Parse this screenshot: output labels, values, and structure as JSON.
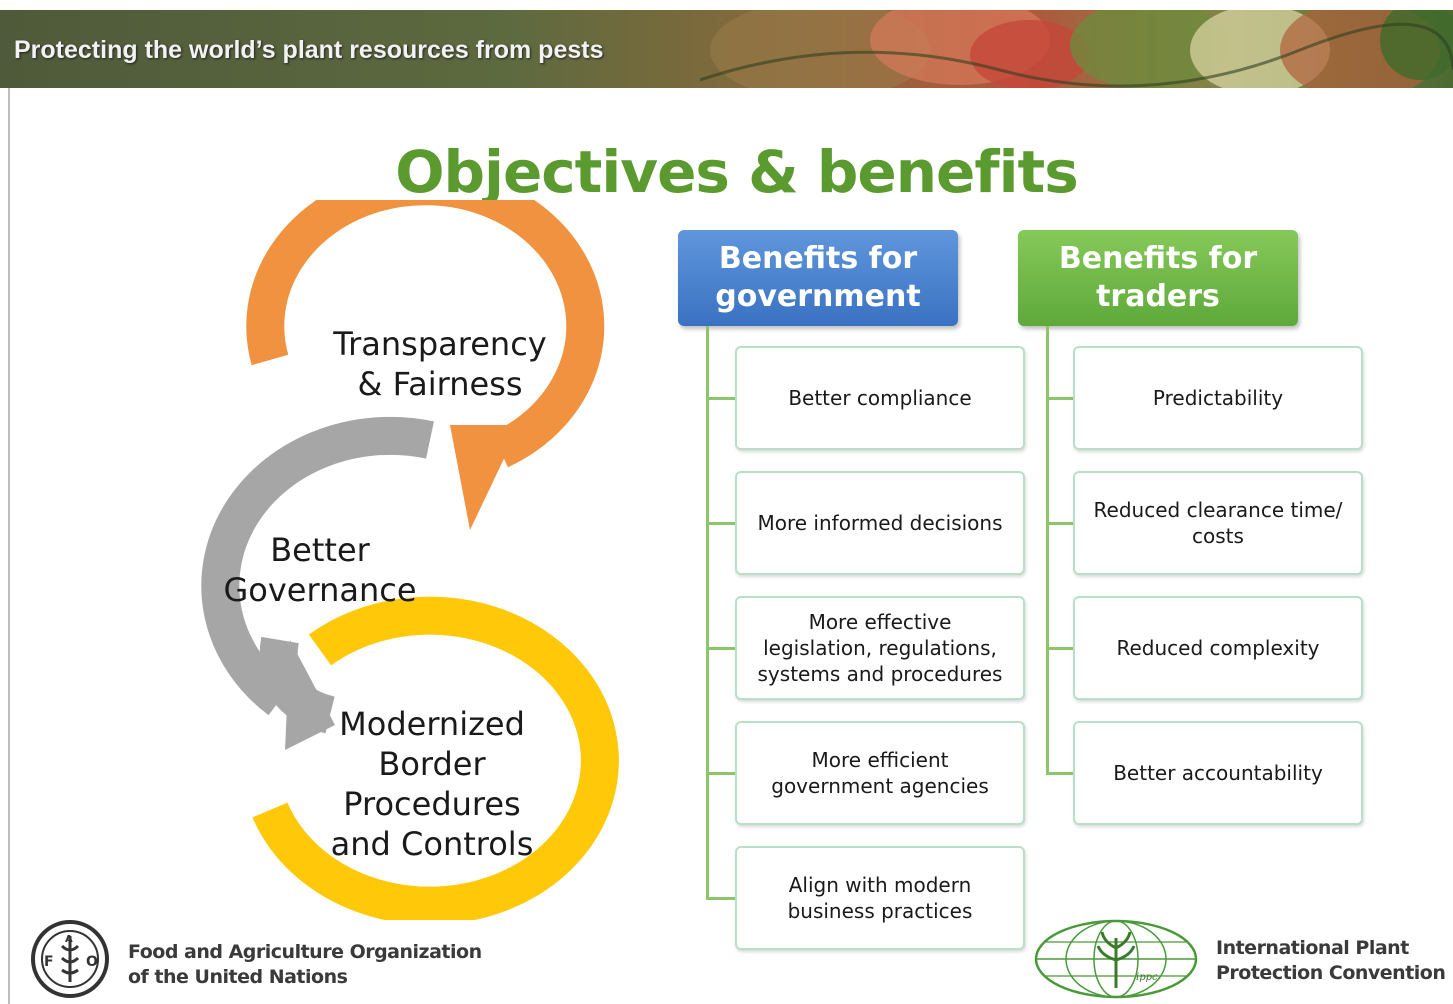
{
  "banner": {
    "tagline": "Protecting the world’s plant resources from pests"
  },
  "title": "Objectives & benefits",
  "cycle": {
    "top": "Transparency\n& Fairness",
    "middle": "Better\nGovernance",
    "bottom": "Modernized\nBorder\nProcedures\nand Controls",
    "colors": {
      "top": "#f0923f",
      "middle": "#a6a6a6",
      "bottom": "#ffc90a"
    }
  },
  "government": {
    "header": "Benefits for\ngovernment",
    "items": [
      "Better compliance",
      "More informed decisions",
      "More effective\nlegislation, regulations,\nsystems and procedures",
      "More efficient\ngovernment agencies",
      "Align with modern\nbusiness practices"
    ]
  },
  "traders": {
    "header": "Benefits for\ntraders",
    "items": [
      "Predictability",
      "Reduced clearance time/\ncosts",
      "Reduced complexity",
      "Better accountability"
    ]
  },
  "footer": {
    "fao_name": "Food and Agriculture Organization\nof the United Nations",
    "fao_logo_letters": "FAO",
    "ippc_name": "International Plant\nProtection Convention",
    "ippc_logo_letters": "ippc"
  },
  "colors": {
    "title": "#5b9a2f",
    "gov_header": "#3f78c6",
    "trader_header": "#68b140",
    "connector": "#8dc56a",
    "item_border": "#b8e0c8"
  }
}
